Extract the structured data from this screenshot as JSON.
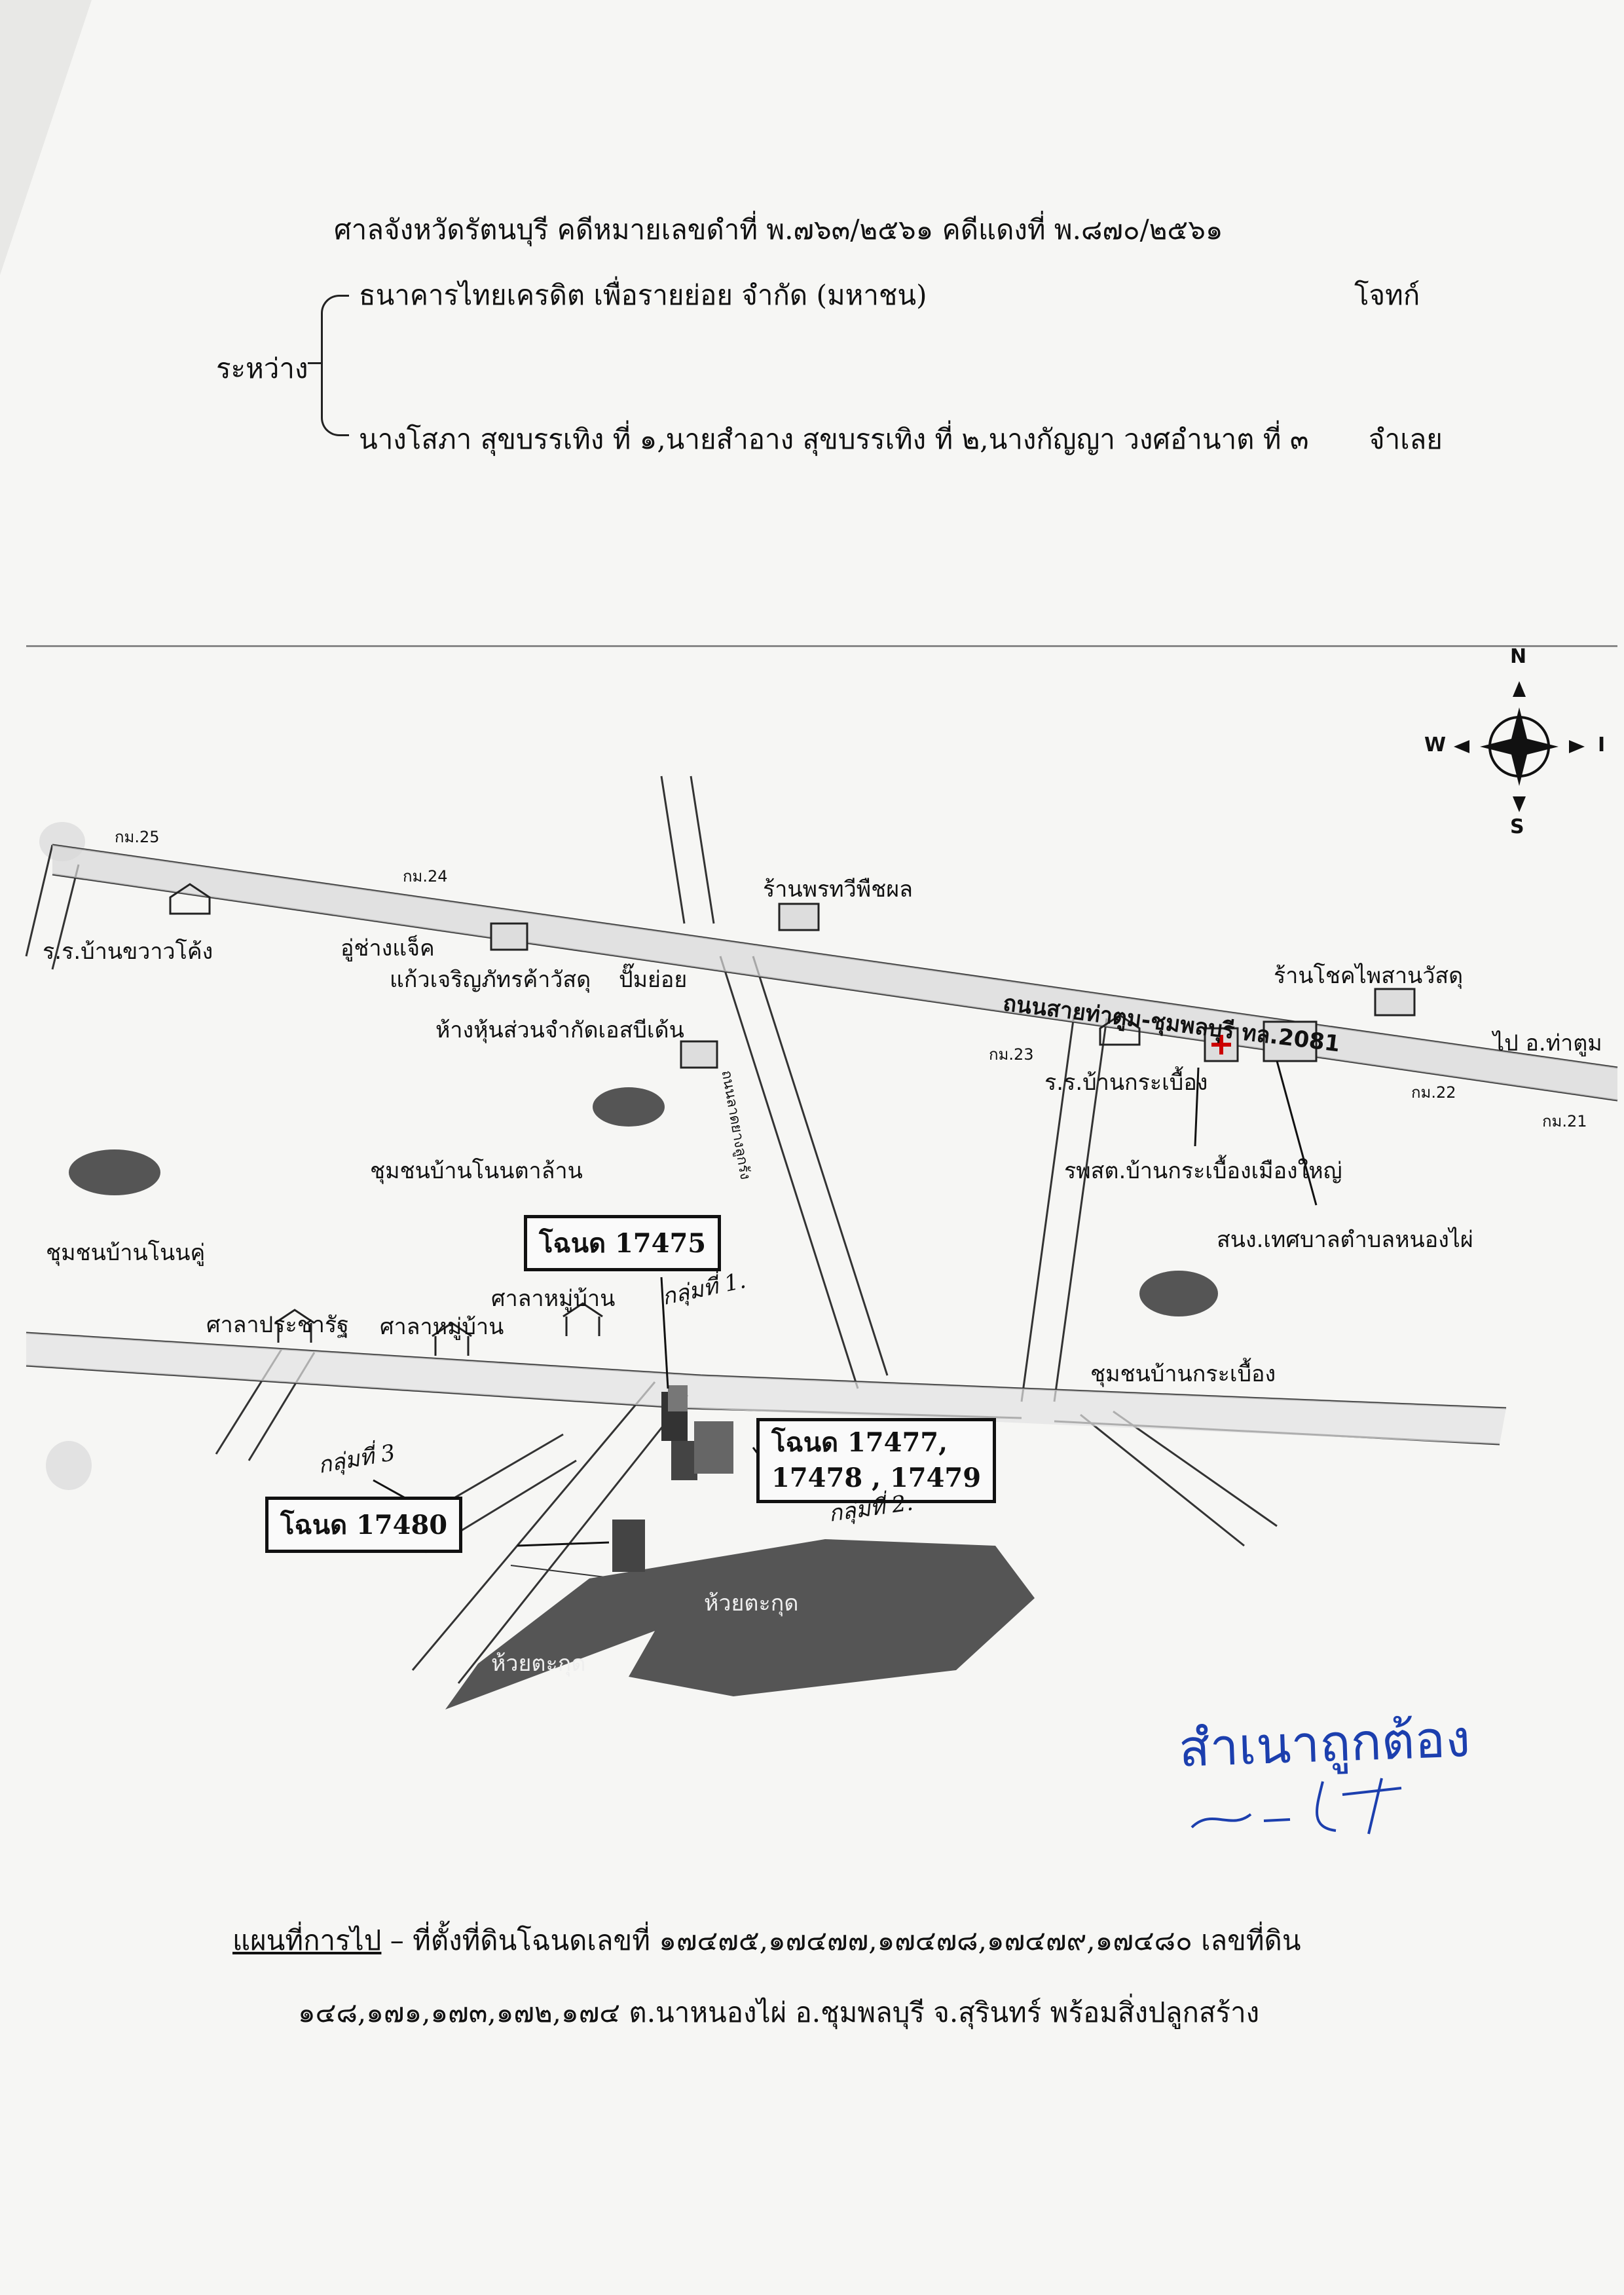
{
  "header": {
    "court_line": "ศาลจังหวัดรัตนบุรี  คดีหมายเลขดำที่ พ.๗๖๓/๒๕๖๑ คดีแดงที่  พ.๘๗๐/๒๕๖๑",
    "between": "ระหว่าง",
    "plaintiff": "ธนาคารไทยเครดิต เพื่อรายย่อย จำกัด (มหาชน)",
    "plaintiff_role": "โจทก์",
    "defendants": "นางโสภา สุขบรรเทิง ที่ ๑,นายสำอาง สุขบรรเทิง ที่ ๒,นางกัญญา วงศอำนาต ที่ ๓",
    "defendant_role": "จำเลย"
  },
  "compass": {
    "n": "N",
    "s": "S",
    "w": "W",
    "e": "I"
  },
  "map": {
    "km_posts": [
      "กม.25",
      "กม.24",
      "กม.23",
      "กม.22",
      "กม.21"
    ],
    "road_name": "ถนนสายท่าตูม-ชุมพลบุรี ทล.2081",
    "direction_right": "ไป  อ.ท่าตูม",
    "places": {
      "school_khwao": "ร.ร.บ้านขวาวโค้ง",
      "mechanic": "อู่ช่างแจ็ค",
      "hardware": "แก้วเจริญภัทรค้าวัสดุ",
      "gas_pump": "ปั๊มย่อย",
      "shop_pattra": "ร้านพรทวีพืชผล",
      "shop_chok": "ร้านโชคไพสานวัสดุ",
      "partnership": "ห้างหุ้นส่วนจำกัดเอสบีเด้น",
      "school_krabueang": "ร.ร.บ้านกระเบื้อง",
      "hospital": "รพสต.บ้านกระเบื้องเมืองใหญ่",
      "municipal": "สนง.เทศบาลตำบลหนองไผ่",
      "comm_nontalan": "ชุมชนบ้านโนนตาล้าน",
      "comm_nonku": "ชุมชนบ้านโนนคู่",
      "comm_krabueang": "ชุมชนบ้านกระเบื้อง",
      "sala_pracharat": "ศาลาประชารัฐ",
      "sala_village_1": "ศาลาหมู่บ้าน",
      "sala_village_2": "ศาลาหมู่บ้าน",
      "creek_1": "ห้วยตะกุด",
      "creek_2": "ห้วยตะกุด",
      "side_road": "ถนนลาดยางลูกรัง"
    },
    "deeds": {
      "deed_17475": "โฉนด 17475",
      "deed_17477_l1": "โฉนด 17477,",
      "deed_17477_l2": "17478 , 17479",
      "deed_17480": "โฉนด 17480"
    },
    "groups": {
      "g1": "กลุ่มที่ 1.",
      "g2": "กลุ่มที่ 2.",
      "g3": "กลุ่มที่ 3"
    }
  },
  "stamp": "สำเนาถูกต้อง",
  "caption": {
    "title": "แผนที่การไป",
    "line1_rest": " – ที่ตั้งที่ดินโฉนดเลขที่ ๑๗๔๗๕,๑๗๔๗๗,๑๗๔๗๘,๑๗๔๗๙,๑๗๔๘๐  เลขที่ดิน",
    "line2": "๑๔๘,๑๗๑,๑๗๓,๑๗๒,๑๗๔ ต.นาหนองไผ่ อ.ชุมพลบุรี จ.สุรินทร์  พร้อมสิ่งปลูกสร้าง"
  }
}
